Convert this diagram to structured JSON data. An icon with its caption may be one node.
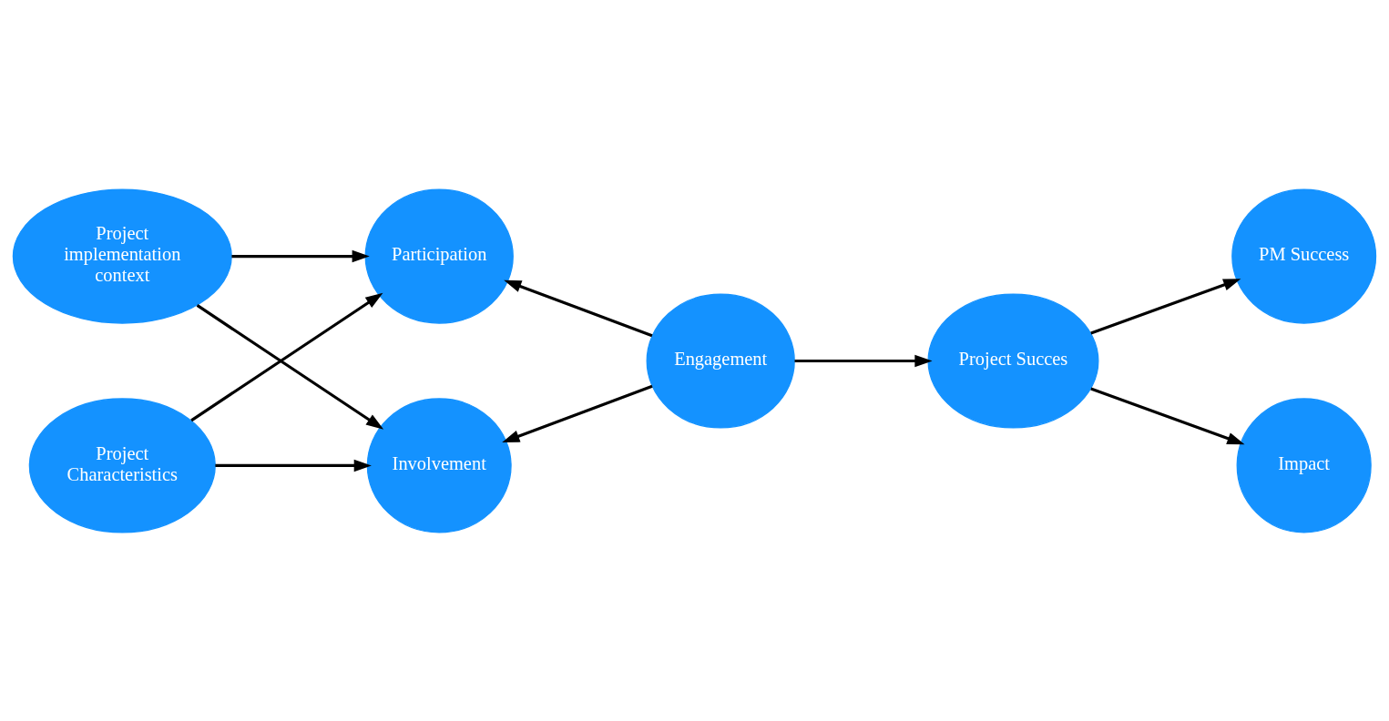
{
  "diagram": {
    "nodes": [
      {
        "text": [
          "Project implementation context"
        ]
      },
      {
        "text": [
          "Project Characteristics"
        ]
      },
      {
        "text": [
          "Participation"
        ]
      },
      {
        "text": [
          "Involvement"
        ]
      },
      {
        "text": [
          "Engagement"
        ]
      },
      {
        "text": [
          "Project Succes"
        ]
      },
      {
        "text": [
          "PM Success"
        ]
      },
      {
        "text": [
          "Impact"
        ]
      }
    ],
    "edges": [
      {
        "from": 0,
        "to": 2,
        "arrow": "to"
      },
      {
        "from": 0,
        "to": 3,
        "arrow": "to"
      },
      {
        "from": 1,
        "to": 2,
        "arrow": "to"
      },
      {
        "from": 1,
        "to": 3,
        "arrow": "to"
      },
      {
        "from": 4,
        "to": 2,
        "arrow": "to"
      },
      {
        "from": 4,
        "to": 3,
        "arrow": "to"
      },
      {
        "from": 4,
        "to": 5,
        "arrow": "to"
      },
      {
        "from": 5,
        "to": 6,
        "arrow": "to"
      },
      {
        "from": 5,
        "to": 7,
        "arrow": "to"
      }
    ]
  }
}
